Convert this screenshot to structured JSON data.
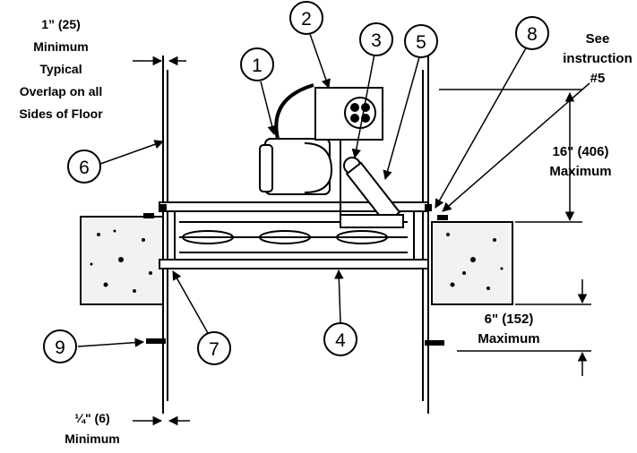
{
  "labels": {
    "overlap": [
      "1” (25)",
      "Minimum",
      "Typical",
      "Overlap on all",
      "Sides of Floor"
    ],
    "see_instruction": [
      "See",
      "instruction",
      "#5"
    ],
    "height_max": [
      "16\" (406)",
      "Maximum"
    ],
    "depth_max": [
      "6\" (152)",
      "Maximum"
    ],
    "gap_min": [
      "¼\" (6)",
      "Minimum"
    ]
  },
  "callouts": [
    "1",
    "2",
    "3",
    "4",
    "5",
    "6",
    "7",
    "8",
    "9"
  ],
  "colors": {
    "ink": "#000000",
    "paper": "#ffffff",
    "concrete": "#f2f2f2"
  }
}
